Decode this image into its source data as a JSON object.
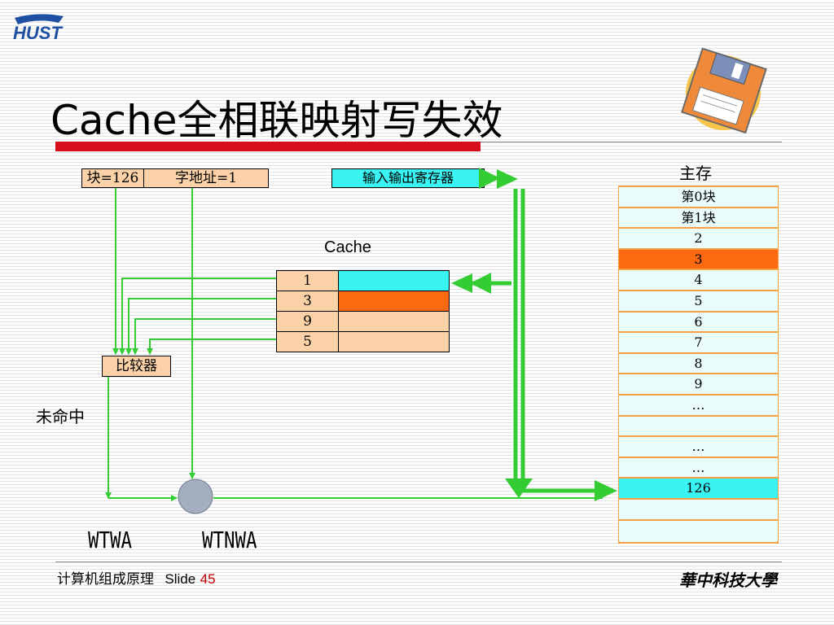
{
  "title": "Cache全相联映射写失效",
  "logo": {
    "text": "HUST"
  },
  "address": {
    "block": "块=126",
    "word": "字地址=1"
  },
  "io_register": "输入输出寄存器",
  "cache_label": "Cache",
  "cache_rows": [
    "1",
    "3",
    "9",
    "5"
  ],
  "comparator": "比较器",
  "miss_label": "未命中",
  "policies": {
    "wtwa": "WTWA",
    "wtnwa": "WTNWA"
  },
  "memory": {
    "title": "主存",
    "rows": [
      "第0块",
      "第1块",
      "2",
      "3",
      "4",
      "5",
      "6",
      "7",
      "8",
      "9",
      "…",
      "",
      "…",
      "…",
      "126",
      "",
      ""
    ]
  },
  "footer": {
    "course": "计算机组成原理",
    "slide_label": "Slide",
    "slide_number": "45",
    "university": "華中科技大學"
  },
  "colors": {
    "arrow": "#33cc33",
    "cache_hit": "#3af3f3",
    "memory_highlight": "#fb6a10",
    "peach": "#fbd2a8",
    "title_bar": "#d80d1c"
  }
}
